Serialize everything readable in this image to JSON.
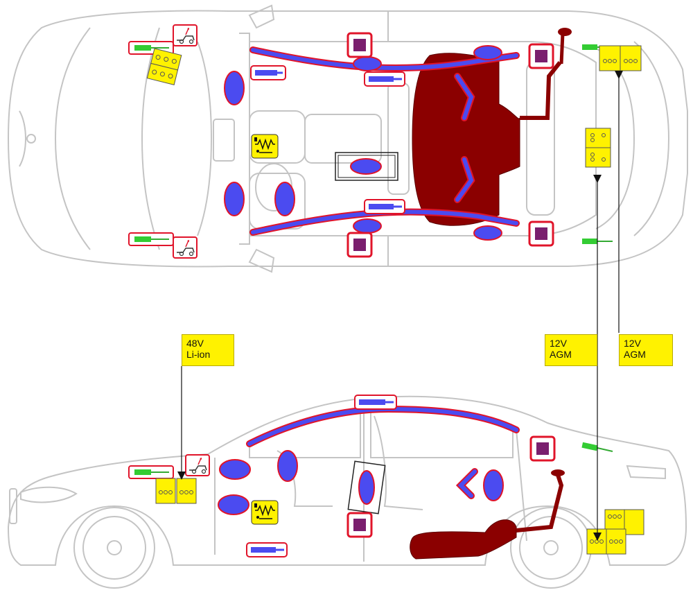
{
  "labels": {
    "battery_48v": {
      "line1": "48V",
      "line2": "Li-ion"
    },
    "battery_12v_left": {
      "line1": "12V",
      "line2": "AGM"
    },
    "battery_12v_right": {
      "line1": "12V",
      "line2": "AGM"
    }
  },
  "colors": {
    "airbag": "#4b4bf0",
    "airbag_outline": "#e0142a",
    "fuel_tank": "#8b0000",
    "battery": "#fff200",
    "sensor": "#33cc33",
    "restraint_module": "#7a1f6e",
    "car_line": "#c8c8c8"
  },
  "icons": [
    "airbag-icon",
    "gas-strut-icon",
    "battery-icon",
    "pedestrian-protection-icon",
    "seatbelt-pretensioner-icon",
    "fuel-tank-icon",
    "sensor-icon",
    "high-voltage-cable-icon"
  ]
}
